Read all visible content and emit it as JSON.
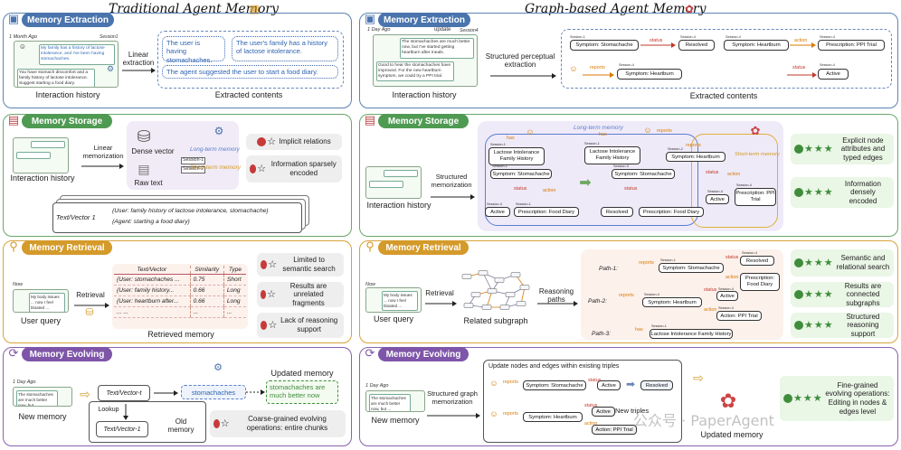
{
  "titles": {
    "left": "Traditional Agent Memory",
    "right": "Graph-based Agent Memory"
  },
  "stages": {
    "extraction": "Memory Extraction",
    "storage": "Memory Storage",
    "retrieval": "Memory Retrieval",
    "evolving": "Memory Evolving"
  },
  "left": {
    "extraction": {
      "time": "1 Month Ago",
      "session": "Session1",
      "chat_user": "My family has a history of lactose intolerance, and I've been having stomachaches.",
      "chat_agent": "You have stomach discomfort and a family history of lactose intolerance. Suggest starting a food diary.",
      "interaction_label": "Interaction history",
      "arrow_label": "Linear extraction",
      "extracted": [
        "The user is having stomachaches.",
        "The user's family has a history of lactose intolerance.",
        "The agent suggested the user to start a food diary."
      ],
      "extracted_label": "Extracted contents"
    },
    "storage": {
      "interaction_label": "Interaction history",
      "arrow_label": "Linear memorization",
      "dense_label": "Dense vector",
      "raw_label": "Raw text",
      "session1": "Session-1",
      "session2": "Session-2",
      "long_term": "Long-term memory",
      "short_term": "Short-term memory",
      "tv_label": "Text/Vector 1",
      "tv_line1": "{User:   family history of lactose intolerance, stomachache}",
      "tv_line2": "{Agent:   starting a food diary}",
      "weak1": "Implicit relations",
      "weak2": "Information sparsely encoded"
    },
    "retrieval": {
      "time": "Now",
      "query": "My body issues ... now I feel bloated ...",
      "query_label": "User query",
      "arrow_label": "Retrieval",
      "table_headers": [
        "Text/Vector",
        "Similarity",
        "Type"
      ],
      "table_rows": [
        [
          "{User: stomachaches ...",
          "0.75",
          "Short"
        ],
        [
          "{User: family history...",
          "0.66",
          "Long"
        ],
        [
          "{User: heartburn after...",
          "0.66",
          "Long"
        ],
        [
          "... ...",
          "...",
          "..."
        ]
      ],
      "table_label": "Retrieved memory",
      "weak1": "Limited to semantic search",
      "weak2": "Results are unrelated fragments",
      "weak3": "Lack of reasoning support"
    },
    "evolving": {
      "time": "1 Day Ago",
      "chat": "The stomachaches are much better now, but ...",
      "new_label": "New memory",
      "tv_t": "Text/Vector-t",
      "lookup": "Lookup",
      "tv_1": "Text/Vector-1",
      "old_label": "Old memory",
      "stomachaches": "stomachaches",
      "updated_text": "stomachaches are much better now",
      "updated_label": "Updated  memory",
      "weak": "Coarse-grained evolving operations: entire chunks"
    }
  },
  "right": {
    "extraction": {
      "time": "1 Day Ago",
      "update": "update",
      "session": "Session4",
      "chat_user": "The stomachaches are much better now, but I've started getting heartburn after meals.",
      "chat_agent": "Good to hear the stomachaches have improved. For the new heartburn symptom, we could try a PPI trial.",
      "interaction_label": "Interaction history",
      "arrow_label": "Structured perceptual extraction",
      "nodes": [
        "Symptom: Stomachache",
        "Resolved",
        "Symptom: Heartburn",
        "Prescription: PPI Trial",
        "Symptom: Heartburn",
        "Active"
      ],
      "sessions": [
        "Session-1",
        "Session-4",
        "Session-4",
        "Session-4",
        "Session-4",
        "Session-4"
      ],
      "edges": [
        "status",
        "action",
        "reports",
        "status"
      ],
      "extracted_label": "Extracted contents"
    },
    "storage": {
      "interaction_label": "Interaction history",
      "arrow_label": "Structured memorization",
      "long_term": "Long-term memory",
      "short_term": "Short-term memory",
      "nodes": [
        "Lactose Intolerance Family History",
        "Lactose Intolerance Family History",
        "Symptom: Stomachache",
        "Symptom: Stomachache",
        "Symptom: Heartburn",
        "Active",
        "Prescription: Food Diary",
        "Resolved",
        "Prescription: Food Diary",
        "Active",
        "Prescription: PPI Trial"
      ],
      "edges": [
        "has",
        "has",
        "reports",
        "reports",
        "status",
        "action",
        "status",
        "status",
        "action",
        "reports"
      ],
      "sessions": [
        "Session-1",
        "Session-1",
        "Session-1",
        "Session-3",
        "Session-2",
        "Session-4",
        "Session-1",
        "Session-4",
        "Session-4"
      ],
      "strong1": "Explicit node attributes and typed edges",
      "strong2": "Information densely encoded"
    },
    "retrieval": {
      "time": "Now",
      "query": "My body issues ... now I feel bloated ...",
      "query_label": "User query",
      "arrow_label": "Retrieval",
      "subgraph_label": "Related subgraph",
      "reasoning_label": "Reasoning paths",
      "paths": [
        "Path-1:",
        "Path-2:",
        "Path-3:"
      ],
      "p1": [
        "Symptom: Stomachache",
        "Resolved",
        "Prescription: Food Diary"
      ],
      "p2": [
        "Symptom: Heartburn",
        "Active",
        "Action: PPI Trial"
      ],
      "p3": [
        "Lactose Intolerance Family History"
      ],
      "edges": [
        "reports",
        "status",
        "action",
        "reports",
        "status",
        "action",
        "has"
      ],
      "sessions": [
        "Session-1",
        "Session-4",
        "Session-1",
        "Session-4",
        "Session-4",
        "Session-4",
        "Session-1"
      ],
      "strong1": "Semantic and relational search",
      "strong2": "Results are connected subgraphs",
      "strong3": "Structured reasoning support"
    },
    "evolving": {
      "time": "1 Day Ago",
      "chat": "The stomachaches are much better now, but ...",
      "new_label": "New memory",
      "arrow_label": "Structured graph memorization",
      "box_title": "Update nodes and edges within existing triples",
      "n1": [
        "Symptom: Stomachache",
        "Active",
        "Resolved"
      ],
      "n2": [
        "Symptom: Heartburn",
        "Active",
        "Action: PPI Trial"
      ],
      "edges": [
        "reports",
        "status",
        "reports",
        "status",
        "action"
      ],
      "new_triples": "New triples",
      "updated_label": "Updated  memory",
      "strong": "Fine-grained evolving operations: Editing in nodes & edges level"
    }
  },
  "watermark": "公众号 · PaperAgent"
}
